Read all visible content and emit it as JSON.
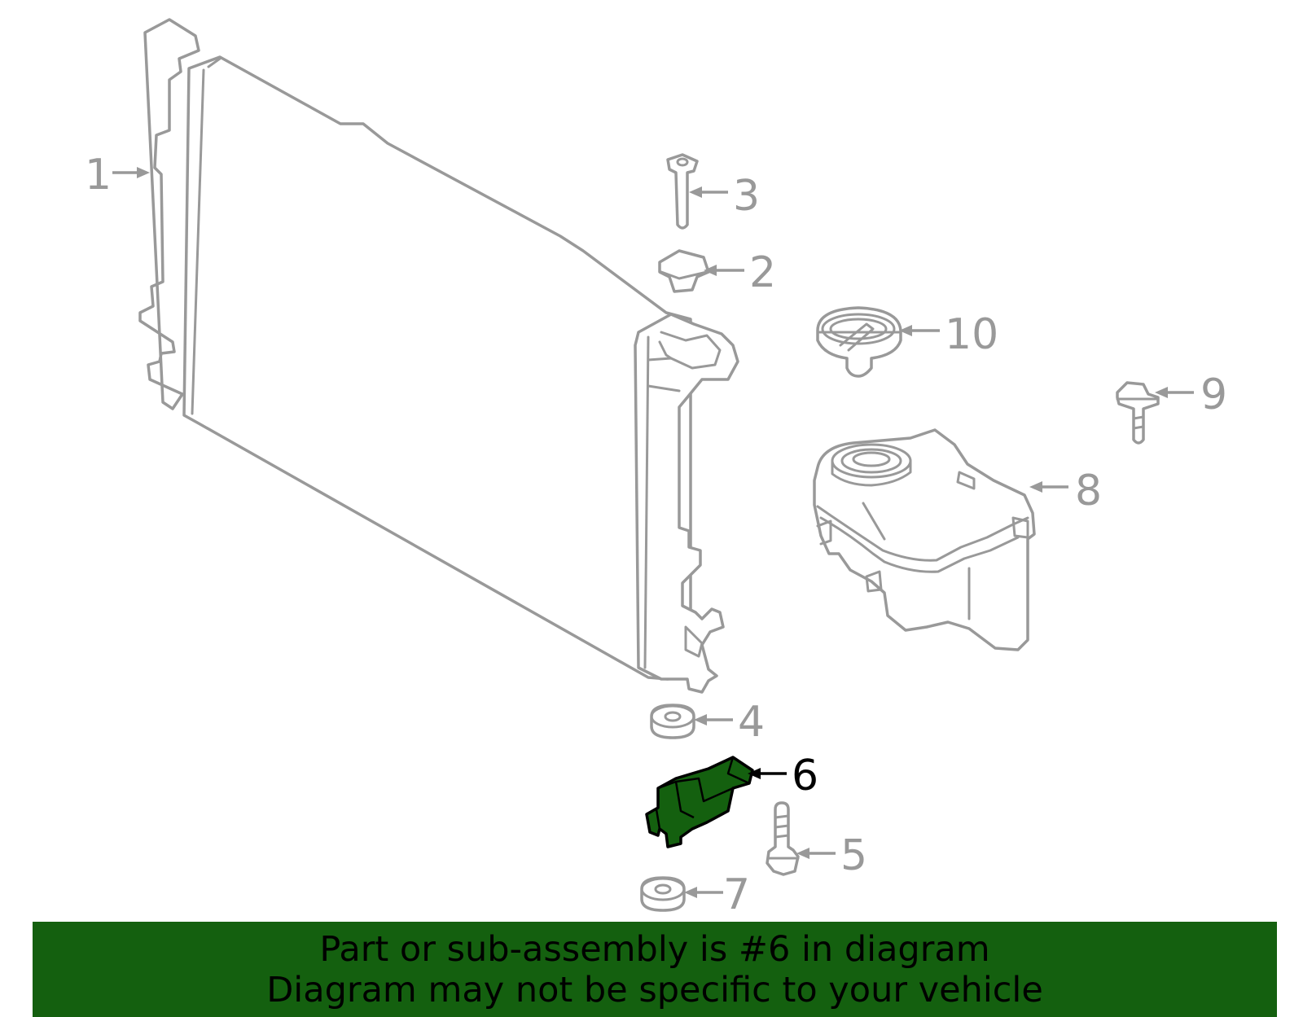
{
  "callouts": {
    "c1": "1",
    "c2": "2",
    "c3": "3",
    "c4": "4",
    "c5": "5",
    "c6": "6",
    "c7": "7",
    "c8": "8",
    "c9": "9",
    "c10": "10"
  },
  "highlighted_part": "6",
  "colors": {
    "highlight": "#14600f",
    "line_art": "#999999",
    "highlight_outline": "#000000",
    "background": "#ffffff"
  },
  "banner": {
    "line1": "Part or sub-assembly is #6 in diagram",
    "line2": "Diagram may not be specific to your vehicle"
  }
}
